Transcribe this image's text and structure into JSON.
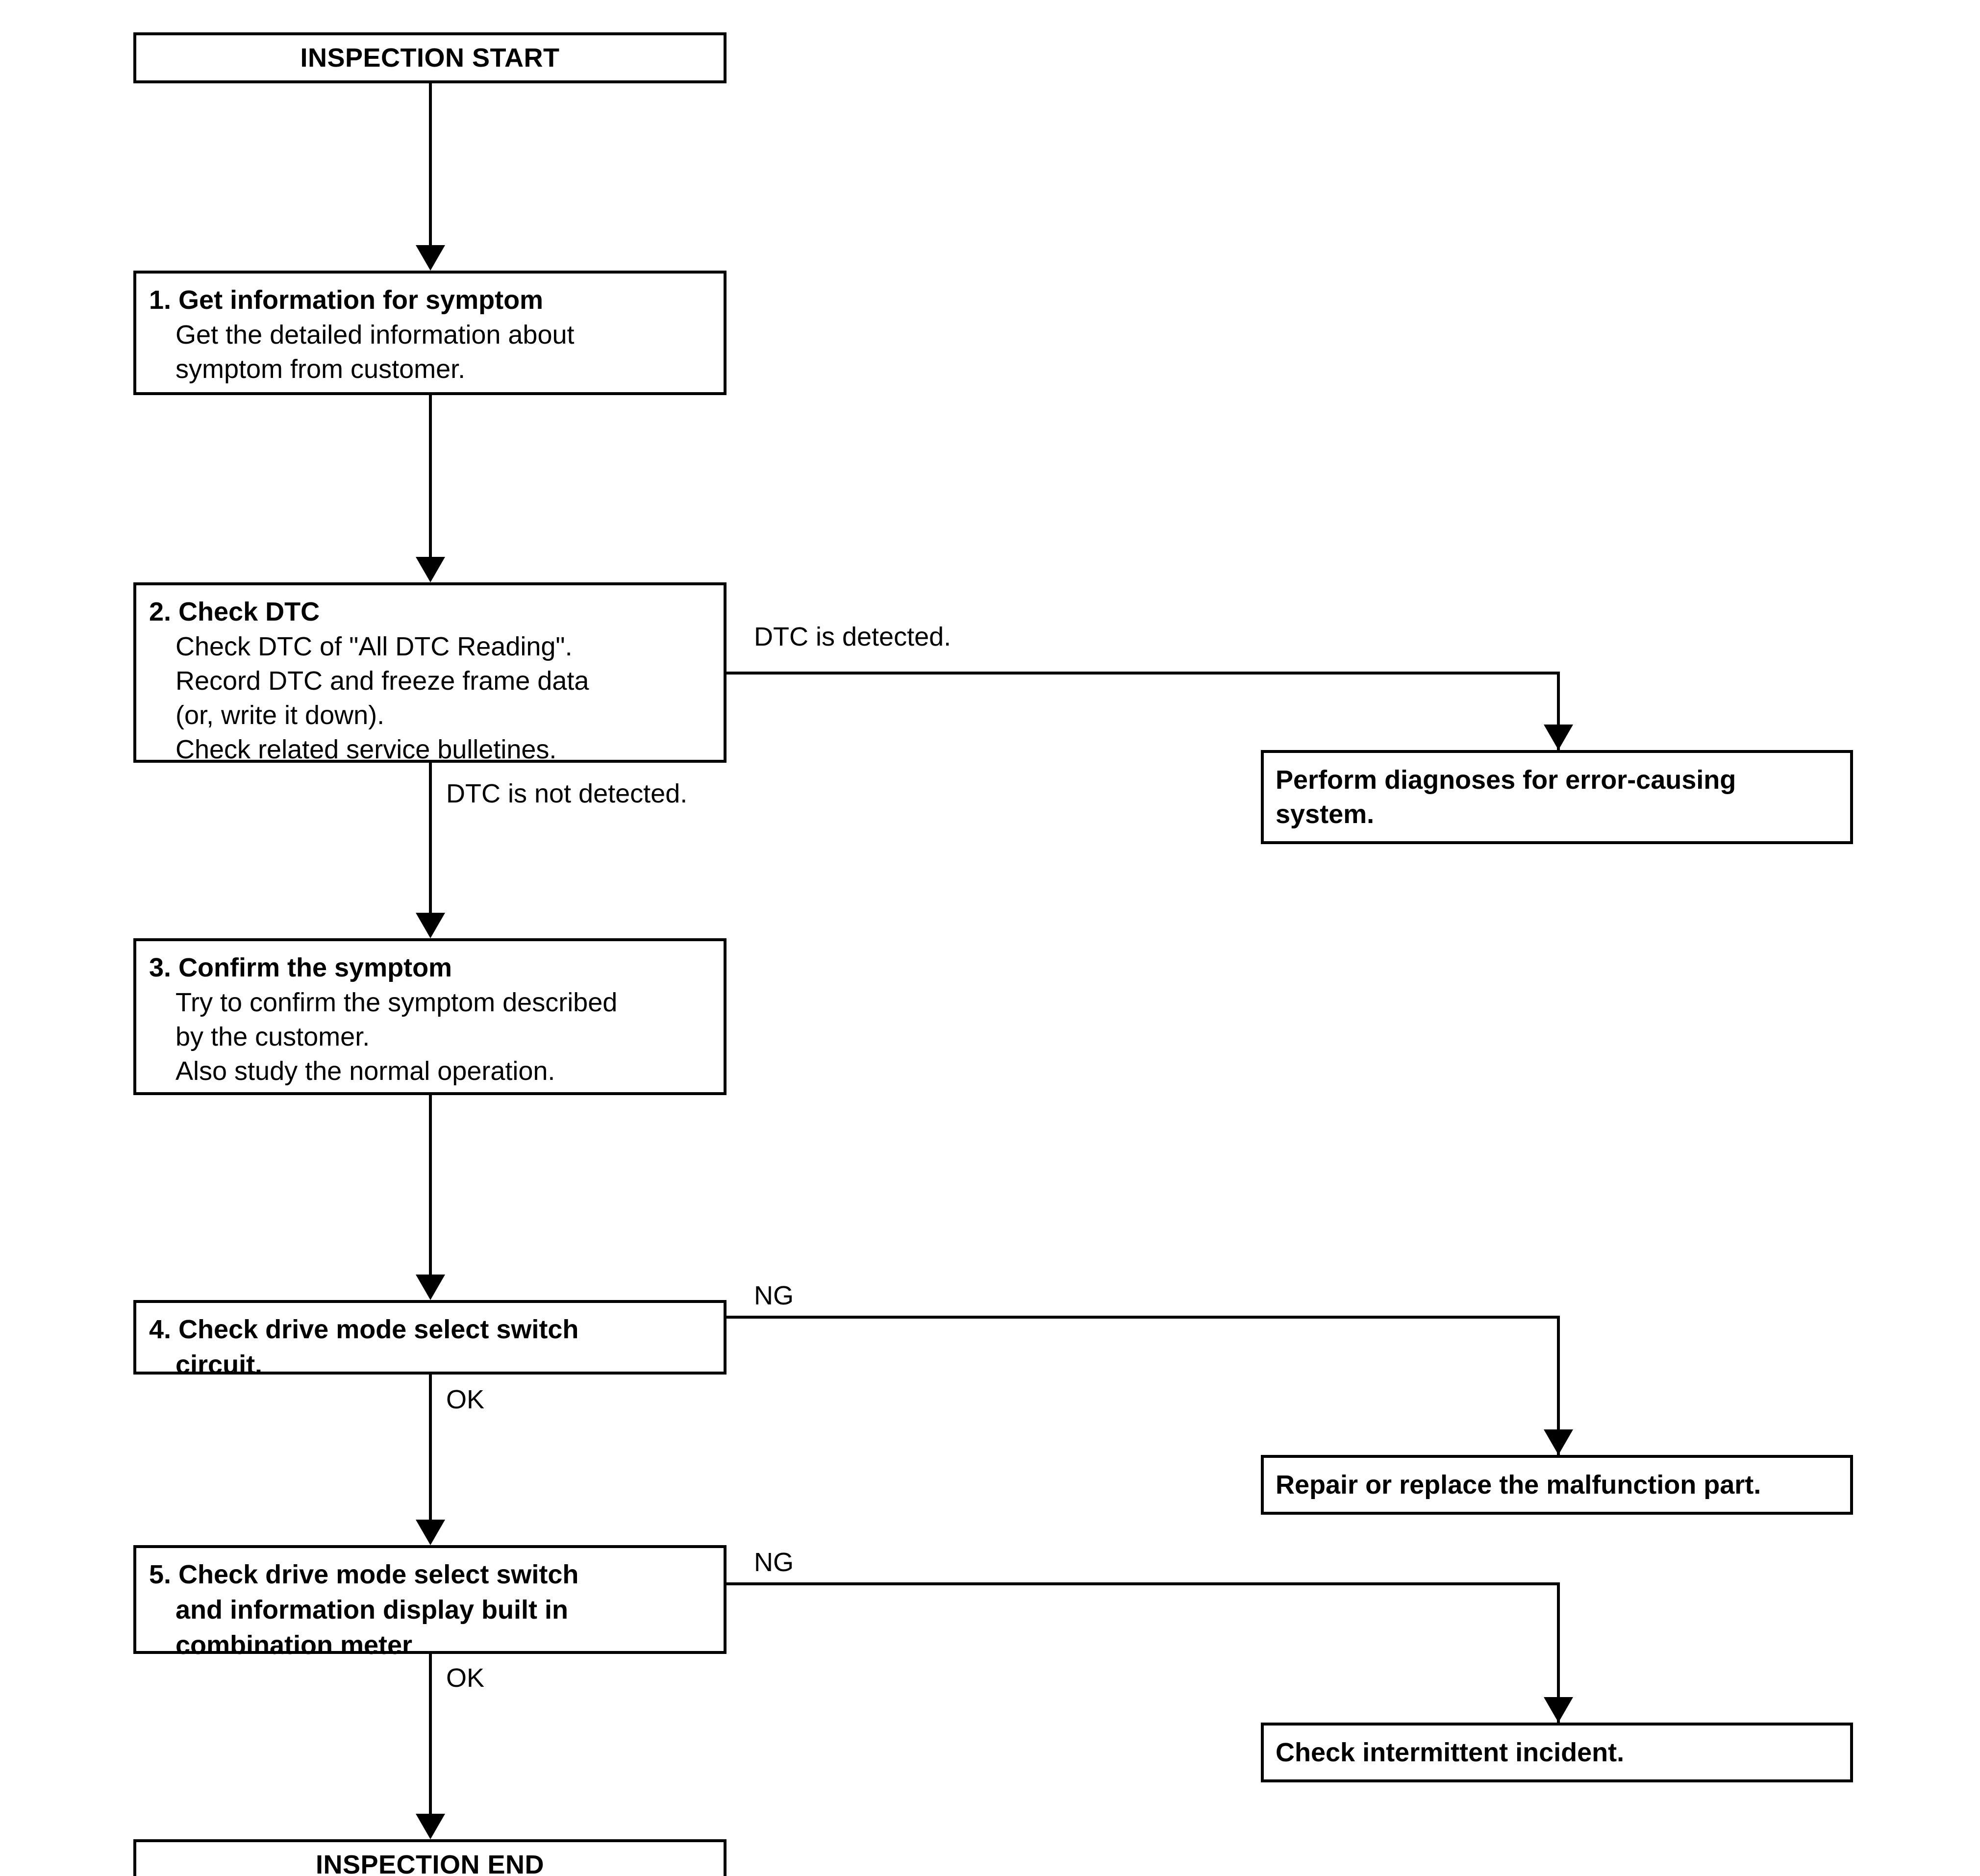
{
  "diagram": {
    "type": "flowchart",
    "title": "Diagnosis inspection flow chart",
    "colors": {
      "line": "#000000",
      "background": "#ffffff",
      "text": "#000000"
    },
    "nodes": {
      "start": {
        "label": "INSPECTION START"
      },
      "step1": {
        "title": "1. Get information for symptom",
        "lines": [
          "Get the detailed information about",
          "symptom from customer."
        ]
      },
      "step2": {
        "title": "2. Check DTC",
        "lines": [
          "Check DTC of \"All DTC Reading\".",
          "Record DTC and freeze frame data",
          "(or, write it down).",
          "Check related service bulletines."
        ]
      },
      "step3": {
        "title": "3. Confirm the symptom",
        "lines": [
          "Try to confirm the symptom described",
          "by the customer.",
          "Also study the normal operation."
        ]
      },
      "step4": {
        "title_line1": "4. Check drive mode select switch",
        "title_line2": "circuit."
      },
      "step5": {
        "title_line1": "5. Check drive mode select switch",
        "title_line2": "and information display built in",
        "title_line3": "combination meter"
      },
      "end": {
        "label": "INSPECTION END"
      },
      "result_diagnoses": {
        "line1": "Perform diagnoses for error-causing",
        "line2": "system."
      },
      "result_repair": {
        "line1": "Repair or replace the malfunction part."
      },
      "result_intermittent": {
        "line1": "Check intermittent incident."
      }
    },
    "edge_labels": {
      "dtc_detected": "DTC is detected.",
      "dtc_not_detected": "DTC is not detected.",
      "step4_ng": "NG",
      "step4_ok": "OK",
      "step5_ng": "NG",
      "step5_ok": "OK"
    }
  }
}
